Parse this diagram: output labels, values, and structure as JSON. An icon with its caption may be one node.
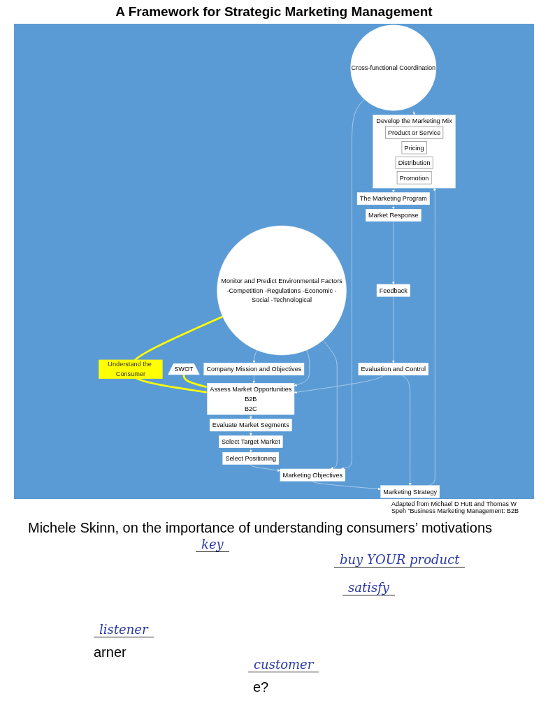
{
  "diagram": {
    "title": "A Framework for Strategic Marketing Management",
    "nodes": [
      {
        "text": [
          "Company Mission and Objectives"
        ]
      },
      {
        "text": [
          "SWOT"
        ]
      },
      {
        "text": [
          "Assess Market Opportunities",
          "B2B",
          "B2C"
        ]
      },
      {
        "text": [
          "Monitor and Predict Environmental Factors",
          "-Competition -Regulations -Economic -Social -Technological"
        ]
      },
      {
        "text": [
          "Evaluate Market Segments"
        ]
      },
      {
        "text": [
          "Select Target Market"
        ]
      },
      {
        "text": [
          "Select Positioning"
        ]
      },
      {
        "text": [
          "Evaluation and Control"
        ]
      },
      {
        "text": [
          "Marketing Objectives"
        ]
      },
      {
        "text": [
          "Marketing Strategy"
        ]
      },
      {
        "text": [
          "Cross-functional Coordination"
        ]
      },
      {
        "text": [
          "Develop the Marketing Mix"
        ]
      },
      {
        "text": [
          "Product or Service"
        ],
        "in": 11
      },
      {
        "text": [
          "Pricing"
        ],
        "in": 11
      },
      {
        "text": [
          "Distribution"
        ],
        "in": 11
      },
      {
        "text": [
          "Promotion"
        ],
        "in": 11
      },
      {
        "text": [
          "The Marketing Program"
        ]
      },
      {
        "text": [
          "Market Response"
        ]
      },
      {
        "text": [
          "Feedback"
        ]
      }
    ],
    "edges": [
      {
        "from": 0,
        "to": 2,
        "arrow": "to"
      },
      {
        "from": 1,
        "to": 2,
        "arrow": "to",
        "style": "thick",
        "color": "#ffff00"
      },
      {
        "from": 3,
        "to": 2,
        "arrow": "to",
        "label": "Understand the Consumer",
        "style": "thick",
        "color": "#ffff00"
      },
      {
        "from": 3,
        "to": 0,
        "arrow": "to"
      },
      {
        "from": 3,
        "to": 2,
        "arrow": "to"
      },
      {
        "from": 3,
        "to": 8,
        "arrow": "to"
      },
      {
        "from": 2,
        "to": 4,
        "arrow": "to"
      },
      {
        "from": 4,
        "to": 5,
        "arrow": "to"
      },
      {
        "from": 5,
        "to": 6,
        "arrow": "to"
      },
      {
        "from": 6,
        "to": 8,
        "arrow": "to"
      },
      {
        "from": 7,
        "to": 2,
        "arrow": "to"
      },
      {
        "from": 7,
        "to": 9,
        "arrow": "to"
      },
      {
        "from": 8,
        "to": 9,
        "arrow": "to"
      },
      {
        "from": 10,
        "to": 8,
        "arrow": "to"
      },
      {
        "from": 10,
        "to": 11,
        "arrow": "to"
      },
      {
        "from": 9,
        "to": 11,
        "arrow": "to"
      },
      {
        "from": 11,
        "to": 16,
        "arrow": "to"
      },
      {
        "from": 16,
        "to": 17,
        "arrow": "to"
      },
      {
        "from": 17,
        "to": 18,
        "arrow": "to"
      },
      {
        "from": 18,
        "to": 7,
        "arrow": "to"
      }
    ],
    "labels": [
      "Adapted from Michael D Hutt and Thomas W Speh “Business Marketing Management: B2B",
      "Michele Skinn, on the importance of understanding consumers’ motivations",
      "key",
      "buy YOUR product",
      "satisfy",
      "listener",
      "arner",
      "customer",
      "e?"
    ]
  }
}
